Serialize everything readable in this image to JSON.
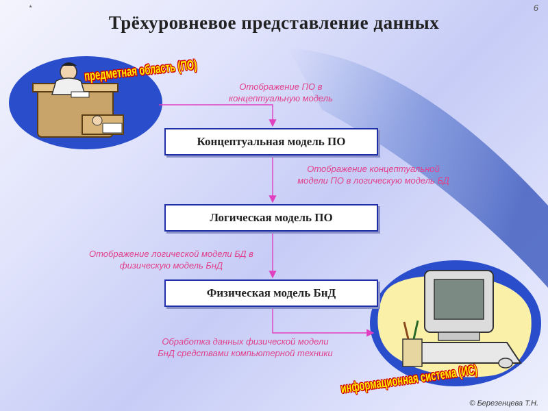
{
  "slide": {
    "corner_mark": "*",
    "page_number": "6",
    "title": "Трёхуровневое представление данных",
    "copyright": "© Березенцева Т.Н."
  },
  "levels": [
    {
      "label": "Концептуальная модель ПО"
    },
    {
      "label": "Логическая модель ПО"
    },
    {
      "label": "Физическая модель БнД"
    }
  ],
  "transitions": [
    {
      "line1": "Отображение ПО в",
      "line2": "концептуальную модель"
    },
    {
      "line1": "Отображение концептуальной",
      "line2": "модели ПО в логическую модель БД"
    },
    {
      "line1": "Отображение логической модели БД в",
      "line2": "физическую модель БнД"
    },
    {
      "line1": "Обработка данных физической модели",
      "line2": "БнД средствами компьютерной техники"
    }
  ],
  "captions": {
    "subject_domain": "предметная область (ПО)",
    "info_system": "информационная система (ИС)"
  },
  "colors": {
    "box_border": "#1f2fa8",
    "arrow": "#e040c0",
    "label_text": "#e0408a",
    "caption_fill": "#ffef00",
    "caption_outline": "#d00000",
    "ellipse_fill": "#2a4dcc"
  },
  "icons": [
    "office-worker-clipart",
    "computer-clipart"
  ]
}
